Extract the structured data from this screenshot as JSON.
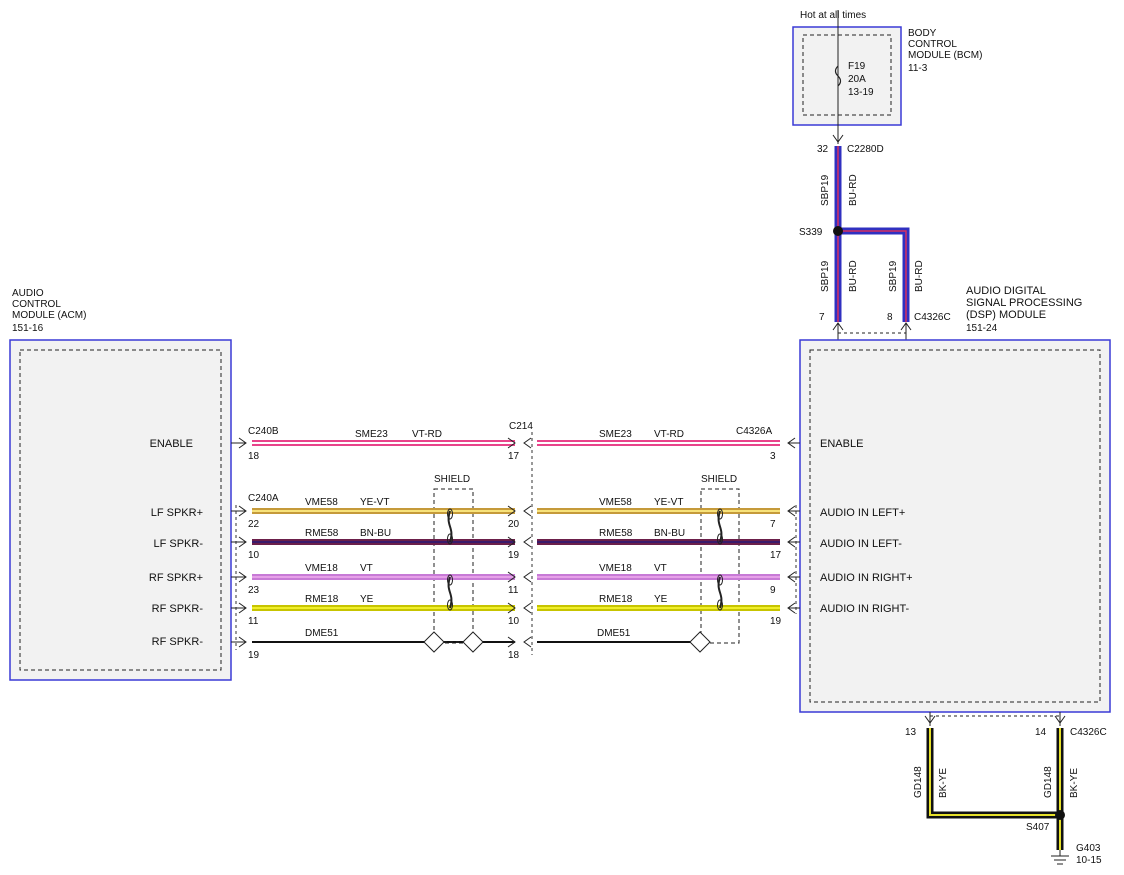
{
  "bcm": {
    "hot": "Hot at all times",
    "name1": "BODY",
    "name2": "CONTROL",
    "name3": "MODULE (BCM)",
    "ref": "11-3",
    "fuse": "F19",
    "amps": "20A",
    "fuse_ref": "13-19"
  },
  "c2280d": {
    "pin": "32",
    "name": "C2280D"
  },
  "sbp_wire": {
    "circuit": "SBP19",
    "color": "BU-RD"
  },
  "s339": "S339",
  "dsp_top_pins": {
    "p7": "7",
    "p8": "8",
    "conn": "C4326C"
  },
  "acm": {
    "name1": "AUDIO",
    "name2": "CONTROL",
    "name3": "MODULE (ACM)",
    "ref": "151-16"
  },
  "dsp": {
    "name1": "AUDIO DIGITAL",
    "name2": "SIGNAL PROCESSING",
    "name3": "(DSP) MODULE",
    "ref": "151-24"
  },
  "acm_pins": [
    "ENABLE",
    "LF SPKR+",
    "LF SPKR-",
    "RF SPKR+",
    "RF SPKR-",
    "RF SPKR-"
  ],
  "dsp_pins": [
    "ENABLE",
    "AUDIO IN LEFT+",
    "AUDIO IN LEFT-",
    "AUDIO IN RIGHT+",
    "AUDIO IN RIGHT-"
  ],
  "connectors": {
    "c240b": "C240B",
    "c240a": "C240A",
    "c214": "C214",
    "c4326a": "C4326A"
  },
  "shield": "SHIELD",
  "wires": [
    {
      "circuit": "SME23",
      "color": "VT-RD",
      "acm_pin": "18",
      "c214_pin": "17",
      "dsp_pin": "3",
      "stroke": "#e8438a",
      "fill": "#ffffff"
    },
    {
      "circuit": "VME58",
      "color": "YE-VT",
      "acm_pin": "22",
      "c214_pin": "20",
      "dsp_pin": "7",
      "stroke": "#c59a3a",
      "fill": "#f7e27a"
    },
    {
      "circuit": "RME58",
      "color": "BN-BU",
      "acm_pin": "10",
      "c214_pin": "19",
      "dsp_pin": "17",
      "stroke": "#6b1f4a",
      "fill": "#3a1a6b"
    },
    {
      "circuit": "VME18",
      "color": "VT",
      "acm_pin": "23",
      "c214_pin": "11",
      "dsp_pin": "9",
      "stroke": "#c77ad6",
      "fill": "#e6a0e8"
    },
    {
      "circuit": "RME18",
      "color": "YE",
      "acm_pin": "11",
      "c214_pin": "10",
      "dsp_pin": "19",
      "stroke": "#c7c400",
      "fill": "#f0ef2a"
    },
    {
      "circuit": "DME51",
      "color": "",
      "acm_pin": "19",
      "c214_pin": "18",
      "dsp_pin": "",
      "stroke": "#111111",
      "fill": "#111111"
    }
  ],
  "ground": {
    "pin13": "13",
    "pin14": "14",
    "conn": "C4326C",
    "circuit": "GD148",
    "color": "BK-YE",
    "splice": "S407",
    "g": "G403",
    "g_ref": "10-15"
  }
}
